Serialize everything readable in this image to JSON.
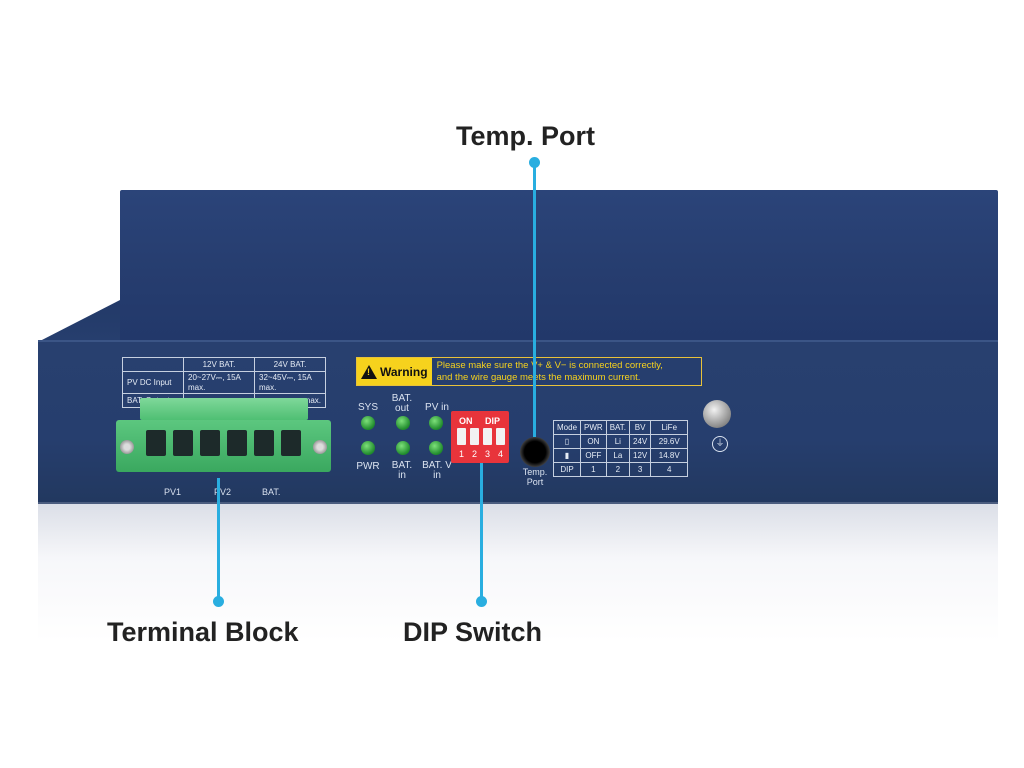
{
  "callouts": {
    "temp_port": "Temp. Port",
    "terminal_block": "Terminal Block",
    "dip_switch": "DIP Switch"
  },
  "spec_table": {
    "header": [
      "",
      "12V BAT.",
      "24V BAT."
    ],
    "rows": [
      [
        "PV DC Input",
        "20~27V⎓, 15A max.",
        "32~45V⎓, 15A max."
      ],
      [
        "BAT. Output",
        "",
        "max."
      ]
    ]
  },
  "terminal_labels": [
    "PV1",
    "PV2",
    "BAT."
  ],
  "leds": {
    "sys": "SYS",
    "bat_out": "BAT. out",
    "pv_in": "PV in",
    "pwr": "PWR",
    "bat_in": "BAT. in",
    "bat_v_in": "BAT. V in"
  },
  "warning": {
    "tag": "Warning",
    "line1": "Please make sure the V+ & V− is connected correctly,",
    "line2": "and the wire gauge meets the maximum current."
  },
  "dip": {
    "on": "ON",
    "dip": "DIP",
    "numbers": [
      "1",
      "2",
      "3",
      "4"
    ]
  },
  "temp_port_label": "Temp. Port",
  "mode_table": {
    "header": [
      "Mode",
      "PWR",
      "BAT.",
      "BV",
      "LiFe"
    ],
    "row_on": [
      "ON",
      "Li",
      "24V",
      "29.6V"
    ],
    "row_off": [
      "OFF",
      "La",
      "12V",
      "14.8V"
    ],
    "row_dip": [
      "DIP",
      "1",
      "2",
      "3",
      "4"
    ]
  },
  "colors": {
    "device_blue": "#263e6e",
    "callout_line": "#29aee0",
    "terminal_green": "#4fbf73",
    "dip_red": "#e8343b",
    "warning_yellow": "#f6d21d"
  }
}
